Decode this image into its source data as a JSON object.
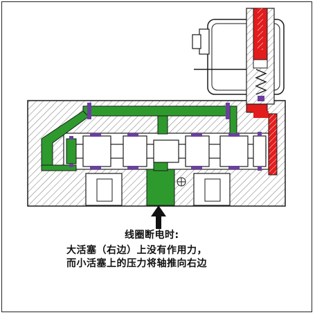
{
  "diagram": {
    "colors": {
      "pilot_air": "#2e9a2e",
      "pressure": "#e21d1d",
      "seal": "#6b3fa0",
      "body_hatch": "#8a8a8a",
      "outline": "#1a1a1a"
    },
    "arrow_icon": "up-arrow-icon",
    "caption": {
      "line1": "线圈断电时:",
      "line2": "大活塞（右边）上没有作用力，",
      "line3": "而小活塞上的压力将轴推向右边"
    }
  }
}
